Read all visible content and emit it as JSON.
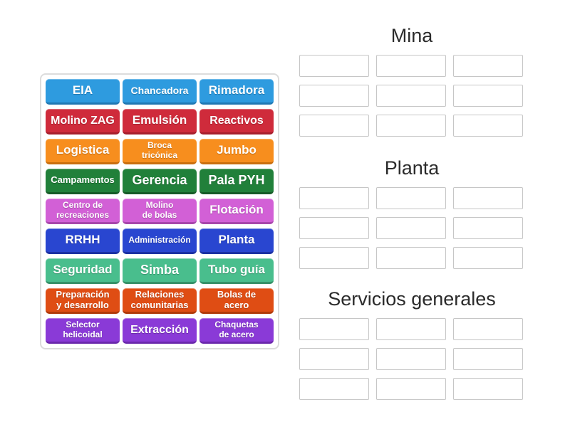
{
  "board": {
    "tiles": [
      {
        "label": "EIA",
        "color": "blue",
        "fs": 17
      },
      {
        "label": "Chancadora",
        "color": "blue",
        "fs": 14
      },
      {
        "label": "Rimadora",
        "color": "blue",
        "fs": 17
      },
      {
        "label": "Molino ZAG",
        "color": "red",
        "fs": 16
      },
      {
        "label": "Emulsión",
        "color": "red",
        "fs": 17
      },
      {
        "label": "Reactivos",
        "color": "red",
        "fs": 16
      },
      {
        "label": "Logistica",
        "color": "orange",
        "fs": 17
      },
      {
        "label": "Broca\ntricónica",
        "color": "orange",
        "fs": 12
      },
      {
        "label": "Jumbo",
        "color": "orange",
        "fs": 17
      },
      {
        "label": "Campamentos",
        "color": "green",
        "fs": 13
      },
      {
        "label": "Gerencia",
        "color": "green",
        "fs": 18
      },
      {
        "label": "Pala PYH",
        "color": "green",
        "fs": 18
      },
      {
        "label": "Centro de\nrecreaciones",
        "color": "orchid",
        "fs": 12
      },
      {
        "label": "Molino\nde bolas",
        "color": "orchid",
        "fs": 12
      },
      {
        "label": "Flotación",
        "color": "orchid",
        "fs": 17
      },
      {
        "label": "RRHH",
        "color": "royal",
        "fs": 17
      },
      {
        "label": "Administración",
        "color": "royal",
        "fs": 12
      },
      {
        "label": "Planta",
        "color": "royal",
        "fs": 17
      },
      {
        "label": "Seguridad",
        "color": "seagreen",
        "fs": 17
      },
      {
        "label": "Simba",
        "color": "seagreen",
        "fs": 18
      },
      {
        "label": "Tubo guía",
        "color": "seagreen",
        "fs": 17
      },
      {
        "label": "Preparación\ny desarrollo",
        "color": "orangered",
        "fs": 13
      },
      {
        "label": "Relaciones\ncomunitarias",
        "color": "orangered",
        "fs": 13
      },
      {
        "label": "Bolas de\nacero",
        "color": "orangered",
        "fs": 13
      },
      {
        "label": "Selector\nhelicoidal",
        "color": "purple",
        "fs": 12
      },
      {
        "label": "Extracción",
        "color": "purple",
        "fs": 16
      },
      {
        "label": "Chaquetas\nde acero",
        "color": "purple",
        "fs": 12
      }
    ],
    "palette": {
      "blue": {
        "bg": "#2E9BDF",
        "edge": "#1F78B3"
      },
      "red": {
        "bg": "#CF2B3B",
        "edge": "#A61E2C"
      },
      "orange": {
        "bg": "#F78E1E",
        "edge": "#C96E0E"
      },
      "green": {
        "bg": "#21803A",
        "edge": "#175C28"
      },
      "orchid": {
        "bg": "#D260D6",
        "edge": "#A846AC"
      },
      "royal": {
        "bg": "#2946D0",
        "edge": "#1C31A3"
      },
      "seagreen": {
        "bg": "#49BE8D",
        "edge": "#359168"
      },
      "orangered": {
        "bg": "#DF4D14",
        "edge": "#B03A0A"
      },
      "purple": {
        "bg": "#8A3AD7",
        "edge": "#6B28AC"
      }
    }
  },
  "groups": [
    {
      "id": "mina",
      "title": "Mina",
      "slot_count": 9
    },
    {
      "id": "planta",
      "title": "Planta",
      "slot_count": 9
    },
    {
      "id": "servicios",
      "title": "Servicios generales",
      "slot_count": 9
    }
  ],
  "tile_text_color": "#ffffff",
  "heading_color": "#2b2b2b",
  "slot_border_color": "#c6c6c6"
}
